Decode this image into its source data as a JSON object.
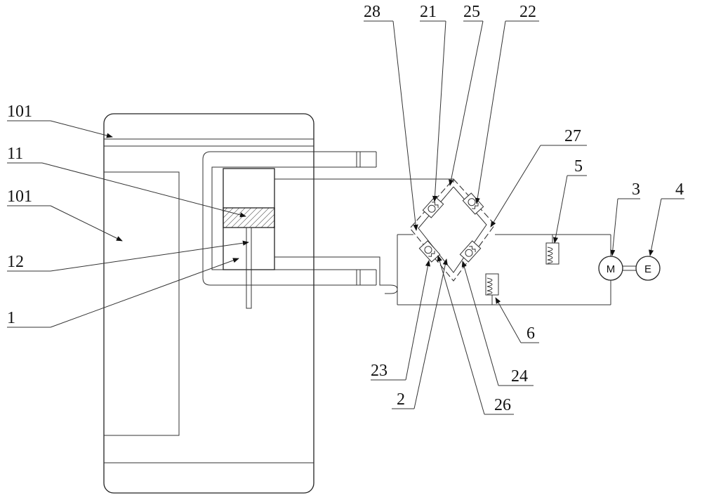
{
  "figure": {
    "labels": {
      "l101_top": "101",
      "l101_mid": "101",
      "l11": "11",
      "l12": "12",
      "l1": "1",
      "l28": "28",
      "l21": "21",
      "l25": "25",
      "l22": "22",
      "l27": "27",
      "l5": "5",
      "l3": "3",
      "l4": "4",
      "l23": "23",
      "l2": "2",
      "l26": "26",
      "l24": "24",
      "l6": "6"
    },
    "symbols": {
      "motor": "M",
      "engine": "E"
    }
  }
}
